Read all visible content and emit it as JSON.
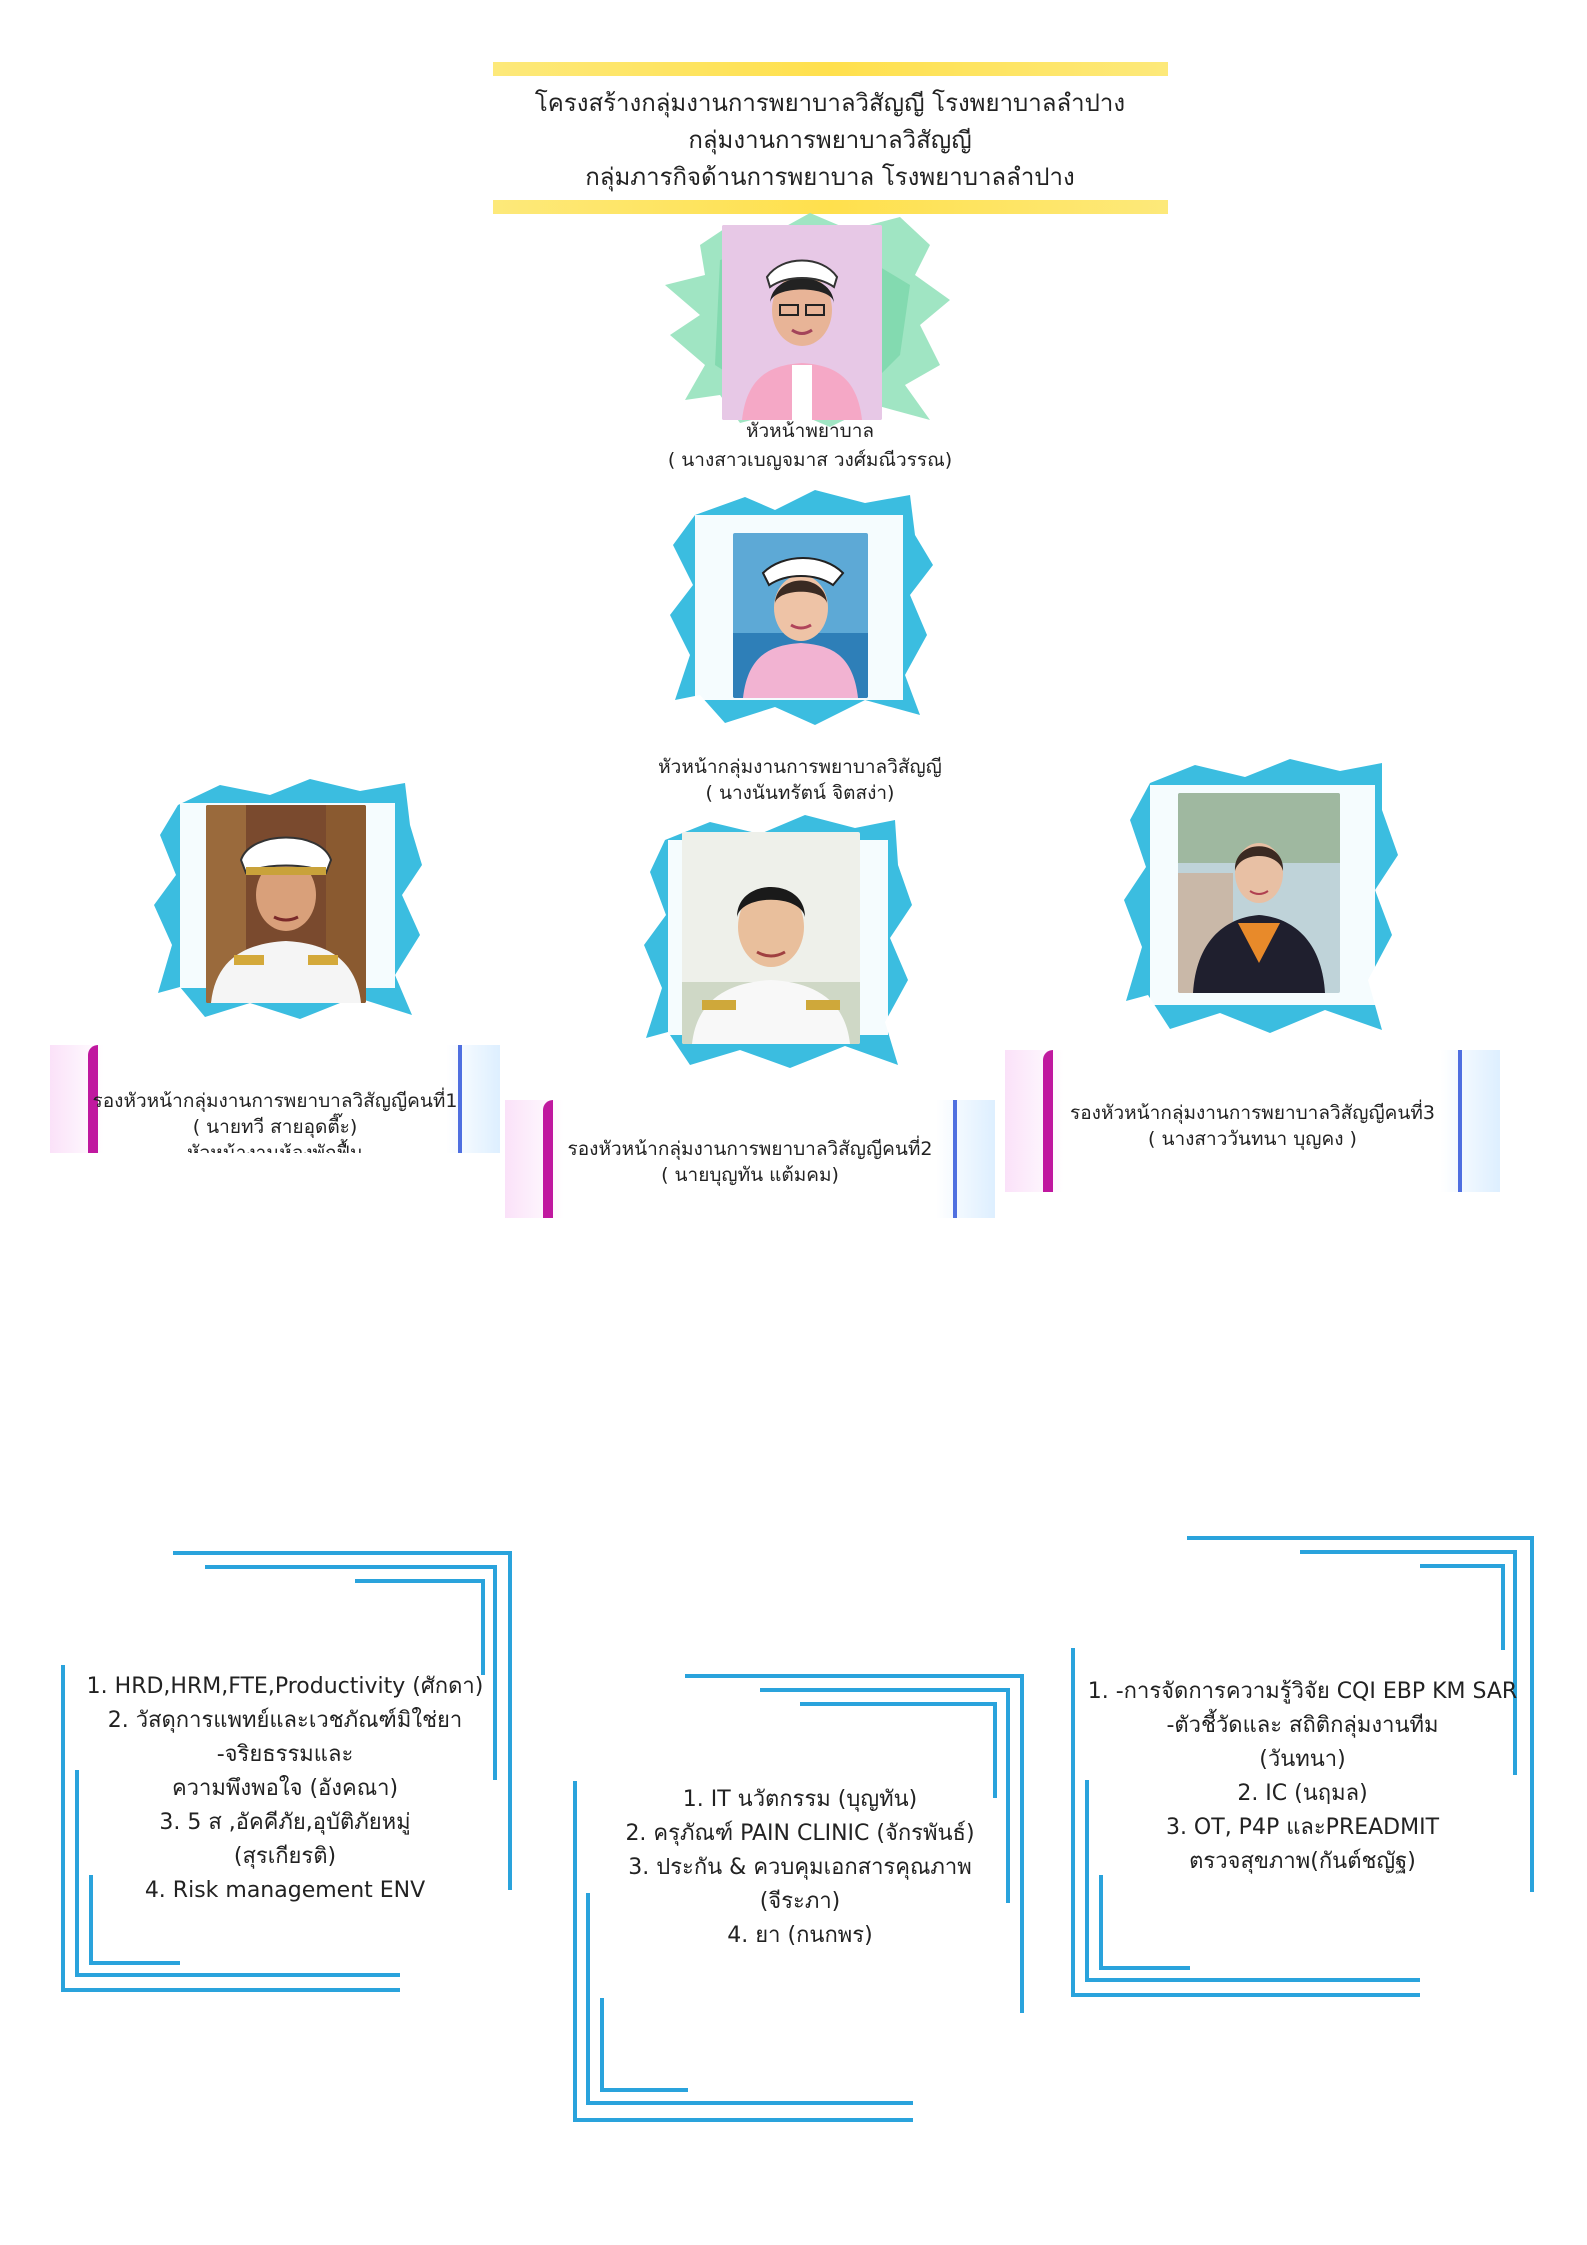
{
  "header": {
    "line1": "โครงสร้างกลุ่มงานการพยาบาลวิสัญญี โรงพยาบาลลำปาง",
    "line2": "กลุ่มงานการพยาบาลวิสัญญี",
    "line3": "กลุ่มภารกิจด้านการพยาบาล โรงพยาบาลลำปาง"
  },
  "head_nurse": {
    "role": "หัวหน้าพยาบาล",
    "name": "( นางสาวเบญจมาส วงศ์มณีวรรณ)"
  },
  "group_head": {
    "role": "หัวหน้ากลุ่มงานการพยาบาลวิสัญญี",
    "name": "( นางนันทรัตน์ จิตสง่า)"
  },
  "deputies": [
    {
      "role": "รองหัวหน้ากลุ่มงานการพยาบาลวิสัญญีคนที่1",
      "name": "( นายทวี สายอุดตี๊ะ)",
      "extra": "หัวหน้างานห้องพักฟื้น"
    },
    {
      "role": "รองหัวหน้ากลุ่มงานการพยาบาลวิสัญญีคนที่2",
      "name": "( นายบุญทัน แต้มคม)"
    },
    {
      "role": "รองหัวหน้ากลุ่มงานการพยาบาลวิสัญญีคนที่3",
      "name": "( นางสาววันทนา บุญคง )"
    }
  ],
  "tasks": [
    {
      "lines": [
        "1. HRD,HRM,FTE,Productivity (ศักดา)",
        "2. วัสดุการแพทย์และเวชภัณฑ์มิใช่ยา",
        "-จริยธรรมและ",
        "ความพึงพอใจ (อังคณา)",
        "3. 5 ส ,อัคคีภัย,อุบัติภัยหมู่",
        "(สุรเกียรติ)",
        "4. Risk management ENV"
      ]
    },
    {
      "lines": [
        "1. IT นวัตกรรม (บุญทัน)",
        "2. ครุภัณฑ์ PAIN CLINIC (จักรพันธ์)",
        "3. ประกัน & ควบคุมเอกสารคุณภาพ",
        "(จีระภา)",
        "4. ยา (กนกพร)"
      ]
    },
    {
      "lines": [
        "1. -การจัดการความรู้วิจัย CQI EBP KM SAR",
        "-ตัวชี้วัดและ สถิติกลุ่มงานทีม",
        "(วันทนา)",
        "2. IC (นฤมล)",
        "3. OT, P4P และPREADMIT",
        "ตรวจสุขภาพ(กันต์ชญัฐ)"
      ]
    }
  ],
  "colors": {
    "splash_green": "#7fd9b0",
    "splash_blue": "#3bbde0",
    "frame_line": "#2aa3dc",
    "banner_yellow": "#ffe04d",
    "label_magenta": "#c0189f",
    "label_blue": "#4f6fe0"
  }
}
